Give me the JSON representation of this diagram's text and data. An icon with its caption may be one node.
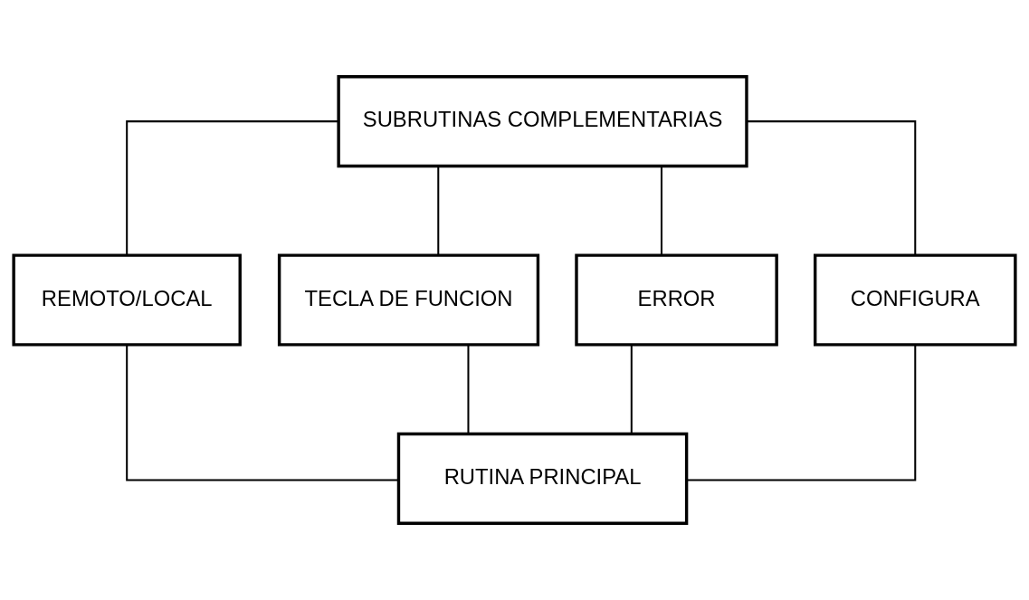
{
  "diagram": {
    "nodes": [
      {
        "text": [
          "SUBRUTINAS COMPLEMENTARIAS"
        ]
      },
      {
        "text": [
          "REMOTO/LOCAL"
        ]
      },
      {
        "text": [
          "TECLA DE FUNCION"
        ]
      },
      {
        "text": [
          "ERROR"
        ]
      },
      {
        "text": [
          "CONFIGURA"
        ]
      },
      {
        "text": [
          "RUTINA PRINCIPAL"
        ]
      }
    ],
    "edges": [
      {
        "from": 0,
        "to": 1,
        "arrow": "none"
      },
      {
        "from": 0,
        "to": 2,
        "arrow": "none"
      },
      {
        "from": 0,
        "to": 3,
        "arrow": "none"
      },
      {
        "from": 0,
        "to": 4,
        "arrow": "none"
      },
      {
        "from": 1,
        "to": 5,
        "arrow": "none"
      },
      {
        "from": 2,
        "to": 5,
        "arrow": "none"
      },
      {
        "from": 3,
        "to": 5,
        "arrow": "none"
      },
      {
        "from": 4,
        "to": 5,
        "arrow": "none"
      }
    ]
  }
}
